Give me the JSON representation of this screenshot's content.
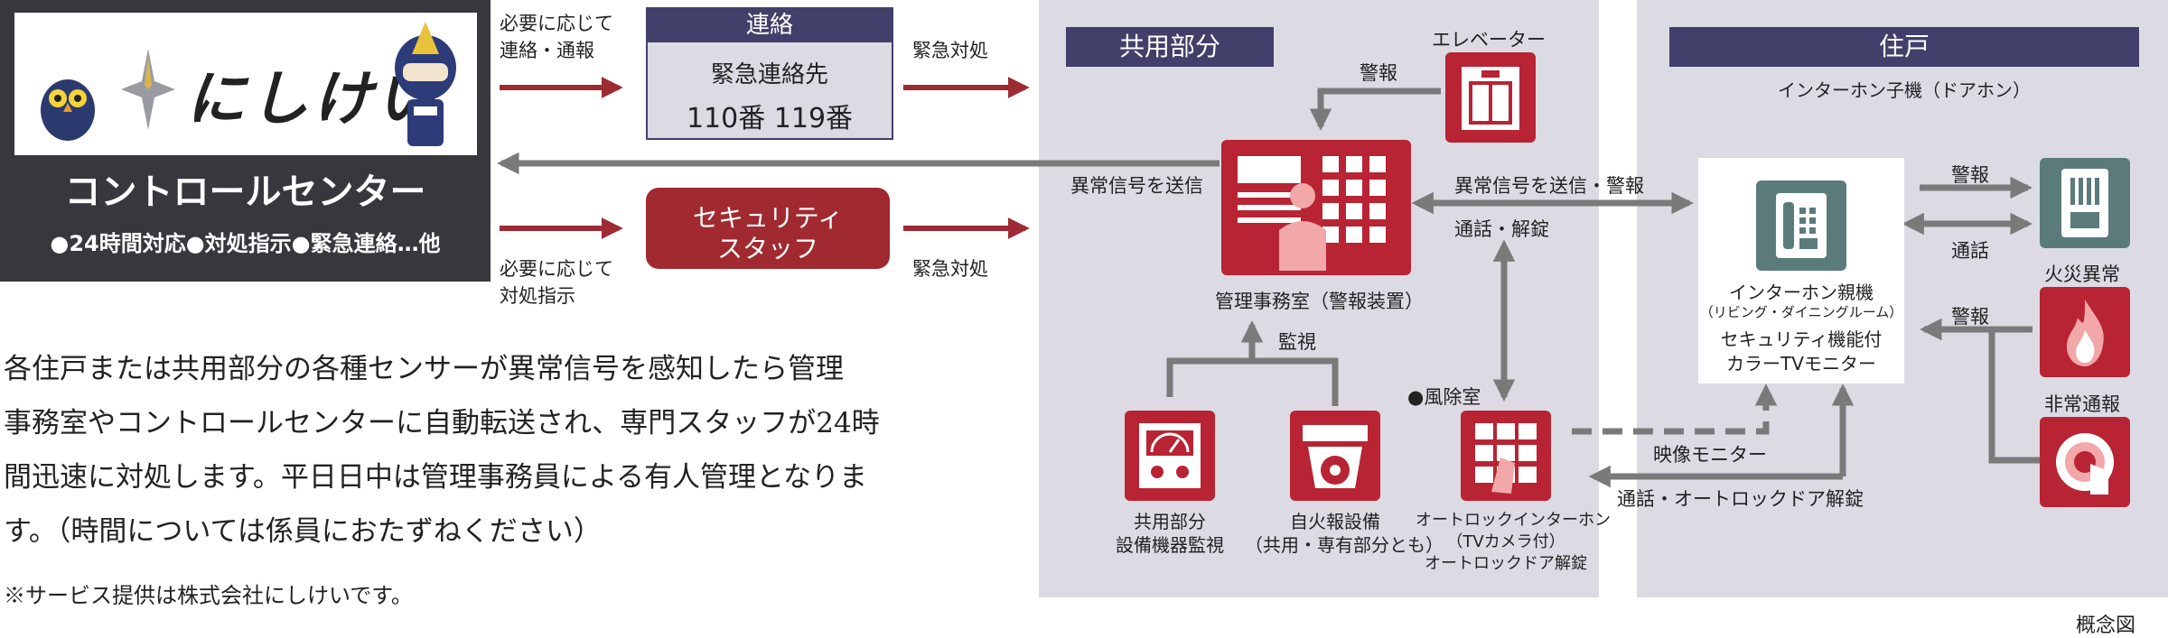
{
  "control": {
    "logo_text": "にしけい",
    "title": "コントロールセンター",
    "subtitle": "●24時間対応●対処指示●緊急連絡…他"
  },
  "flow": {
    "note_contact": [
      "必要に応じて",
      "連絡・通報"
    ],
    "note_instruct": [
      "必要に応じて",
      "対処指示"
    ],
    "emergency_1": "緊急対処",
    "emergency_2": "緊急対処"
  },
  "contact_box": {
    "header": "連絡",
    "line1": "緊急連絡先",
    "line2": "110番  119番"
  },
  "security_staff": [
    "セキュリティ",
    "スタッフ"
  ],
  "description": {
    "lines": [
      "各住戸または共用部分の各種センサーが異常信号を感知したら管理",
      "事務室やコントロールセンターに自動転送され、専門スタッフが24時",
      "間迅速に対処します。平日日中は管理事務員による有人管理となりま",
      "す。（時間については係員におたずねください）"
    ],
    "note": "※サービス提供は株式会社にしけいです。"
  },
  "common": {
    "header": "共用部分",
    "elevator": "エレベーター",
    "alarm_elevator": "警報",
    "abnormal_send": "異常信号を送信",
    "office": "管理事務室（警報装置）",
    "monitor": "監視",
    "equip": [
      "共用部分",
      "設備機器監視"
    ],
    "fire_equip": [
      "自火報設備",
      "（共用・専有部分とも）"
    ],
    "windbreak": "●風除室",
    "autolock": [
      "オートロックインターホン",
      "（TVカメラ付）",
      "オートロックドア解錠"
    ],
    "abnormal_send_alarm": "異常信号を送信・警報",
    "call_unlock": "通話・解錠",
    "video_monitor": "映像モニター",
    "call_autolock": "通話・オートロックドア解錠"
  },
  "residence": {
    "header": "住戸",
    "door_phone": "インターホン子機（ドアホン）",
    "master": [
      "インターホン親機",
      "（リビング・ダイニングルーム）",
      "セキュリティ機能付",
      "カラーTVモニター"
    ],
    "alarm_1": "警報",
    "talk": "通話",
    "fire": "火災異常",
    "alarm_2": "警報",
    "emergency_call": "非常通報"
  },
  "footer": "概念図"
}
